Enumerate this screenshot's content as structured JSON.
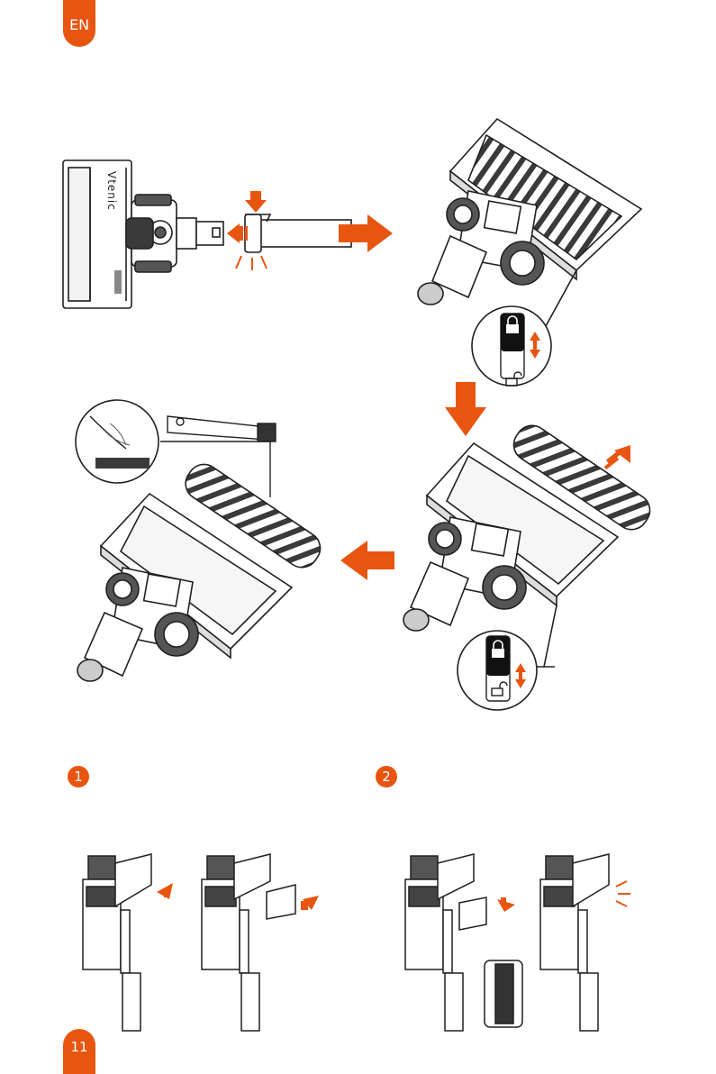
{
  "header": {
    "language_tab": "EN"
  },
  "figures": {
    "brush_head_brand": "Vtenic"
  },
  "steps": [
    {
      "number": "1"
    },
    {
      "number": "2"
    }
  ],
  "footer": {
    "page_number": "11"
  },
  "colors": {
    "accent": "#e85511",
    "line": "#231f20"
  },
  "icons": [
    "lock-icon",
    "unlock-icon",
    "up-down-arrow-icon",
    "arrow-right-icon",
    "arrow-down-icon",
    "arrow-left-icon",
    "cleaning-tool-icon"
  ]
}
